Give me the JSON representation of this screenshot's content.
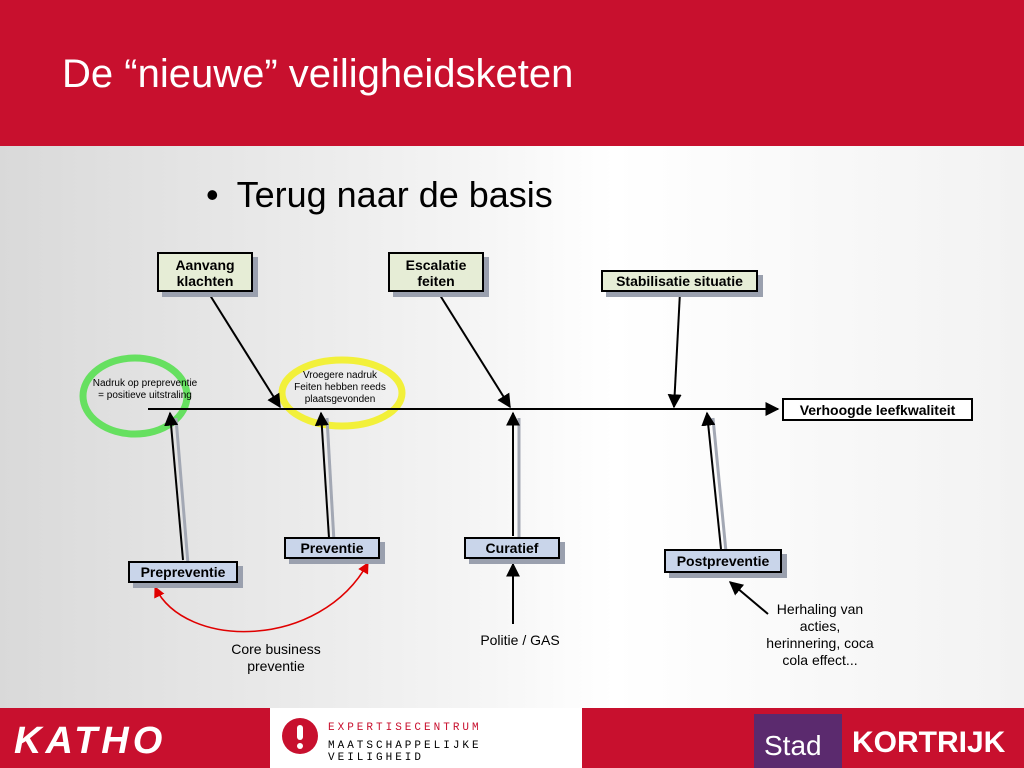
{
  "header": {
    "title": "De “nieuwe” veiligheidsketen"
  },
  "bullet": {
    "text": "Terug naar de basis"
  },
  "diagram": {
    "top_boxes": {
      "aanvang": [
        "Aanvang",
        "klachten"
      ],
      "escalatie": [
        "Escalatie",
        "feiten"
      ],
      "stabilisatie": "Stabilisatie situatie"
    },
    "end_box": "Verhoogde leefkwaliteit",
    "notes": {
      "green": [
        "Nadruk op prepreventie",
        "= positieve uitstraling"
      ],
      "yellow": [
        "Vroegere nadruk",
        "Feiten hebben reeds",
        "plaatsgevonden"
      ]
    },
    "bottom_boxes": {
      "prepreventie": "Prepreventie",
      "preventie": "Preventie",
      "curatief": "Curatief",
      "postpreventie": "Postpreventie"
    },
    "labels": {
      "core": [
        "Core business",
        "preventie"
      ],
      "politie": "Politie / GAS",
      "herhaling": [
        "Herhaling van",
        "acties,",
        "herinnering, coca",
        "cola effect..."
      ]
    },
    "colors": {
      "green_circle": "#66e060",
      "yellow_circle": "#f2f03a",
      "red_arrow": "#e00000"
    }
  },
  "footer": {
    "katho": "KATHO",
    "expertise_line1": "EXPERTISECENTRUM",
    "expertise_line2": "MAATSCHAPPELIJKE VEILIGHEID",
    "stad": "Stad",
    "kortrijk": "KORTRIJK"
  }
}
